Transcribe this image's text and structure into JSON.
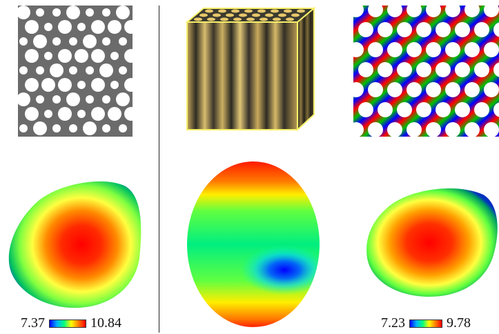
{
  "figure": {
    "colorbar_left": {
      "min_label": "7.37",
      "max_label": "10.84"
    },
    "colorbar_right": {
      "min_label": "7.23",
      "max_label": "9.78"
    },
    "colors": {
      "plate_gray": "#6b6b6b",
      "hole": "#ffffff",
      "cube_gold": "#e6c76a",
      "cube_dark": "#2a2a22",
      "outline_yellow": "#f7f06a"
    }
  }
}
